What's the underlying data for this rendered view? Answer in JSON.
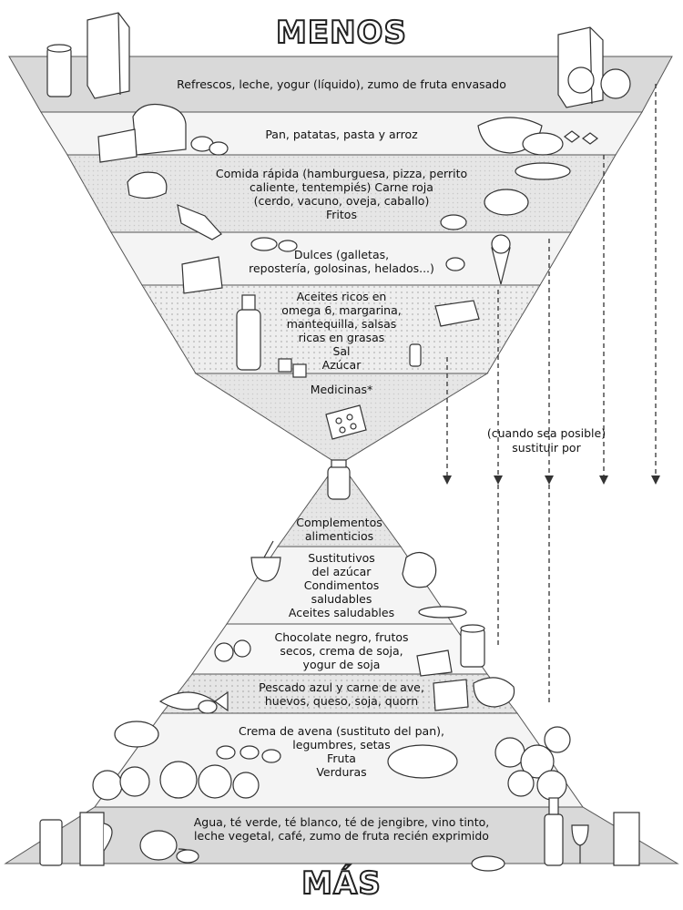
{
  "title_top": "MENOS",
  "title_bottom": "MÁS",
  "substitute_note": "(cuando sea posible)\nsustituir por",
  "top_levels": [
    {
      "id": "refrescos",
      "text": "Refrescos, leche, yogur (líquido), zumo de fruta envasado"
    },
    {
      "id": "pan",
      "text": "Pan, patatas, pasta y arroz"
    },
    {
      "id": "comida-rapida",
      "text": "Comida rápida (hamburguesa, pizza, perrito\ncaliente, tentempiés) Carne roja\n(cerdo, vacuno, oveja, caballo)\nFritos"
    },
    {
      "id": "dulces",
      "text": "Dulces (galletas,\nrepostería, golosinas, helados...)"
    },
    {
      "id": "aceites",
      "text": "Aceites ricos en\nomega 6, margarina,\nmantequilla, salsas\nricas en grasas\nSal\nAzúcar"
    },
    {
      "id": "medicinas",
      "text": "Medicinas*"
    }
  ],
  "bottom_levels": [
    {
      "id": "complementos",
      "text": "Complementos\nalimenticios"
    },
    {
      "id": "sustitutivos",
      "text": "Sustitutivos\ndel azúcar\nCondimentos\nsaludables\nAceites saludables"
    },
    {
      "id": "chocolate",
      "text": "Chocolate negro, frutos\nsecos, crema de soja,\nyogur de soja"
    },
    {
      "id": "pescado",
      "text": "Pescado azul y carne de ave,\nhuevos, queso, soja, quorn"
    },
    {
      "id": "avena",
      "text": "Crema de avena (sustituto del pan),\nlegumbres, setas\nFruta\nVerduras"
    },
    {
      "id": "agua",
      "text": "Agua, té verde, té blanco, té de jengibre, vino tinto,\nleche vegetal, café, zumo de fruta recién exprimido"
    }
  ]
}
